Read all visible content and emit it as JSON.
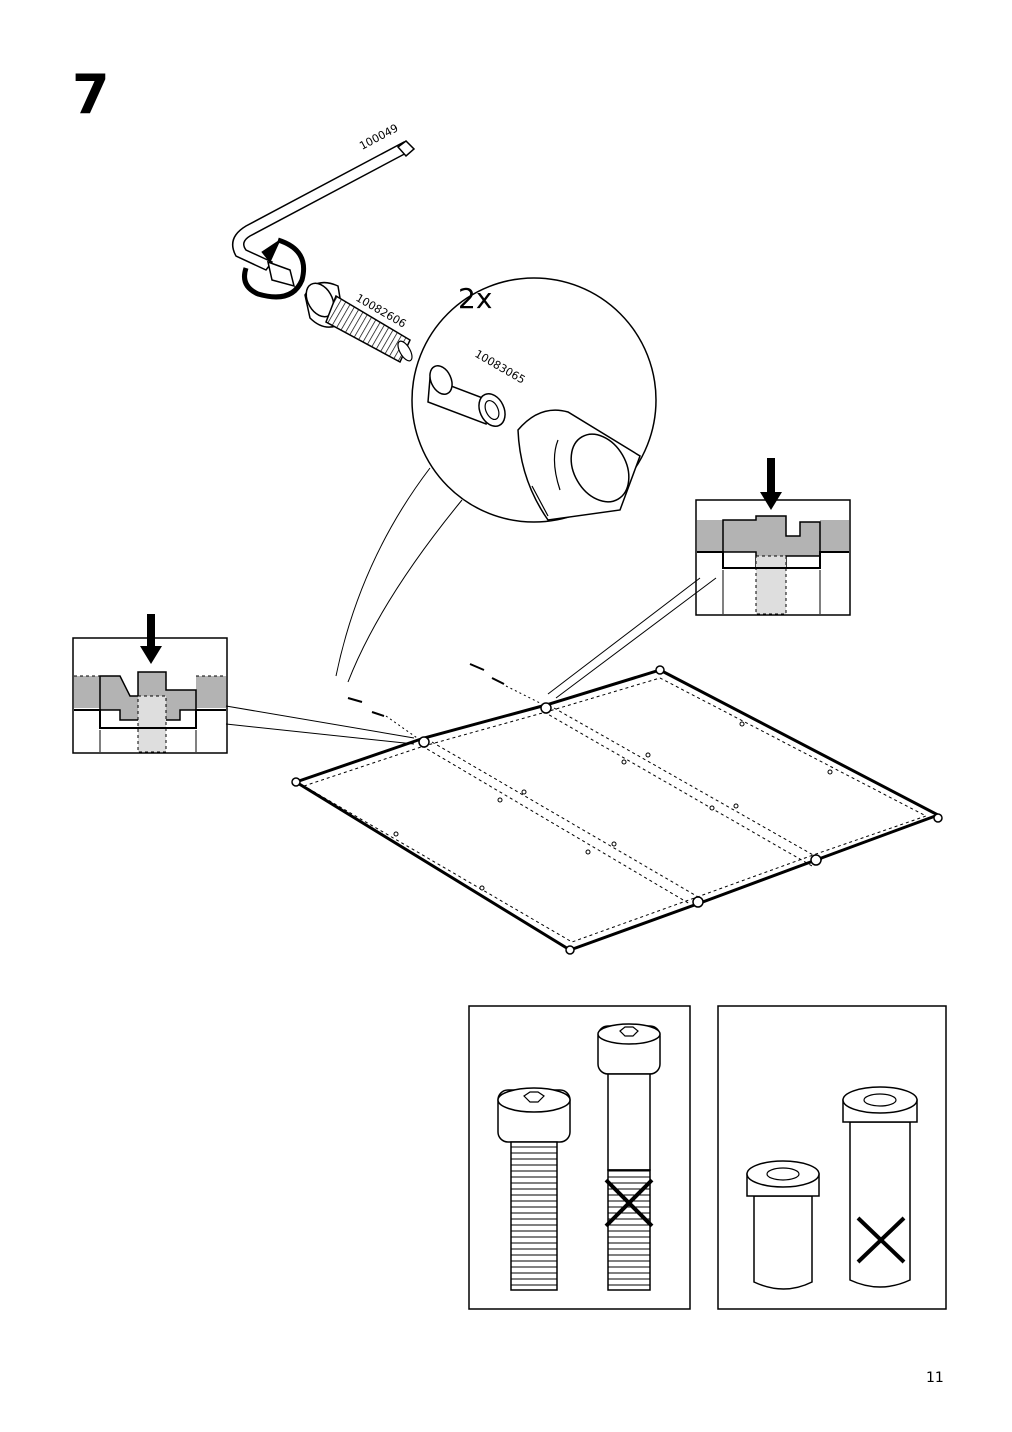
{
  "step": {
    "number": "7"
  },
  "parts": {
    "allen_key": "100049",
    "bolt": "10082606",
    "sleeve": "10083065"
  },
  "detail": {
    "quantity": "2x"
  },
  "page": {
    "number": "11"
  },
  "icons": {
    "allen_key": "hex-key-icon",
    "rotate": "rotate-arrow-icon",
    "press_down": "down-arrow-icon",
    "wrong": "cross-mark-icon"
  },
  "colors": {
    "line": "#000000",
    "shade": "#b3b3b3",
    "light": "#dedede"
  }
}
